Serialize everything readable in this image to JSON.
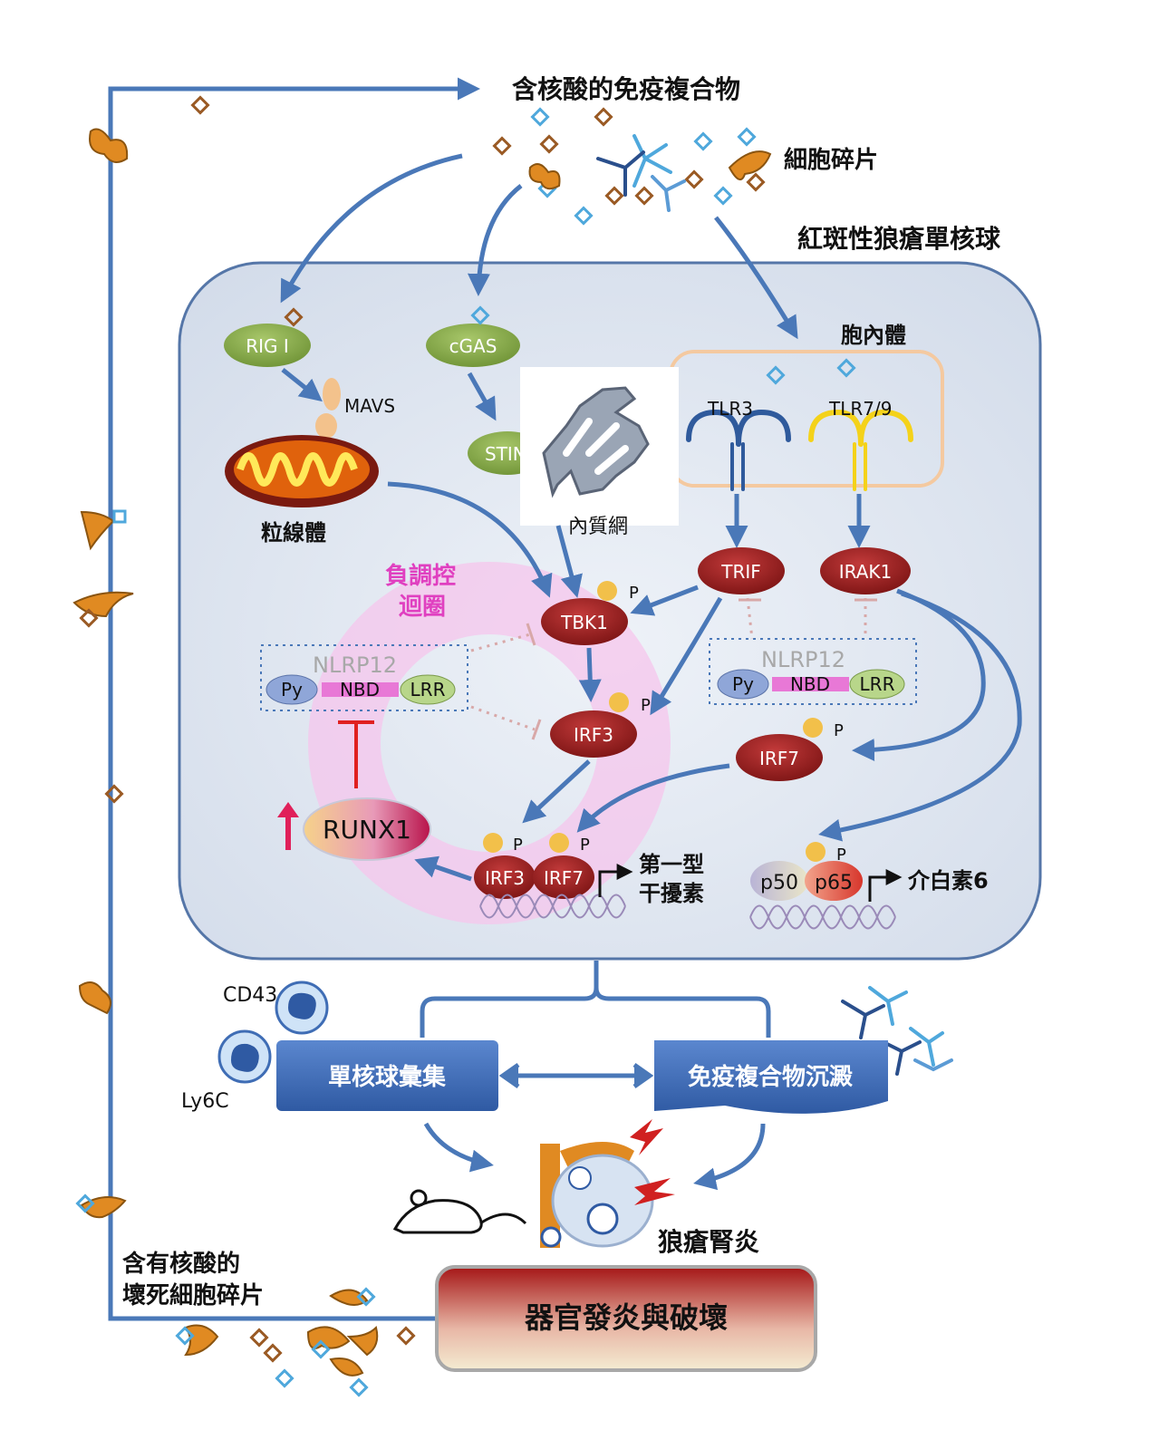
{
  "labels": {
    "top_complex": "含核酸的免疫複合物",
    "cell_debris": "細胞碎片",
    "monocyte": "紅斑性狼瘡單核球",
    "endosome": "胞內體",
    "rig1": "RIG I",
    "cgas": "cGAS",
    "mavs": "MAVS",
    "sting": "STING",
    "mito": "粒線體",
    "er": "內質網",
    "tlr3": "TLR3",
    "tlr79": "TLR7/9",
    "trif": "TRIF",
    "irak1": "IRAK1",
    "tbk1": "TBK1",
    "irf3": "IRF3",
    "irf7": "IRF7",
    "irf3b": "IRF3",
    "irf7b": "IRF7",
    "p50": "p50",
    "p65": "p65",
    "runx1": "RUNX1",
    "neg_loop_1": "負調控",
    "neg_loop_2": "迴圈",
    "nlrp12_left": "NLRP12",
    "nlrp12_right": "NLRP12",
    "py": "Py",
    "nbd": "NBD",
    "lrr": "LRR",
    "p": "P",
    "ifn_1": "第一型",
    "ifn_2": "干擾素",
    "il6": "介白素6",
    "cd43": "CD43",
    "ly6c": "Ly6C",
    "mono_recruit": "單核球彙集",
    "ic_deposit": "免疫複合物沉澱",
    "nephritis": "狼瘡腎炎",
    "necrotic_1": "含有核酸的",
    "necrotic_2": "壞死細胞碎片",
    "organ": "器官發炎與破壞"
  },
  "colors": {
    "arrow": "#4a78b8",
    "cell_fill": "#dde5ef",
    "cell_stroke": "#5576a8",
    "green_node": "#8db04a",
    "red_node": "#9b1f1f",
    "pink_loop": "#f5c6ec",
    "loop_text": "#e040c0",
    "endosome_stroke": "#f4c9a0",
    "box_blue": "#3f6db5",
    "organ_red": "#b32424",
    "debris": "#e08a22",
    "dna_blue": "#4fa8dc",
    "dna_brown": "#9a5a24"
  }
}
